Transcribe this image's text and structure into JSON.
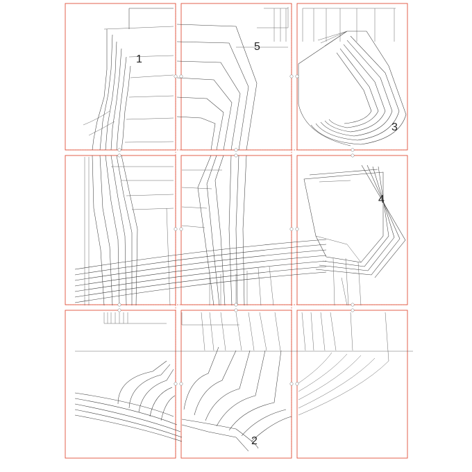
{
  "pieces": [
    {
      "id": "piece-1",
      "label": "1"
    },
    {
      "id": "piece-2",
      "label": "2"
    },
    {
      "id": "piece-3",
      "label": "3"
    },
    {
      "id": "piece-4",
      "label": "4"
    },
    {
      "id": "piece-5",
      "label": "5"
    }
  ],
  "sheets": {
    "rows": 3,
    "cols": 3
  },
  "colors": {
    "sheet_border": "#e0503a",
    "pattern_line": "#3a3a3a",
    "background": "#ffffff"
  }
}
